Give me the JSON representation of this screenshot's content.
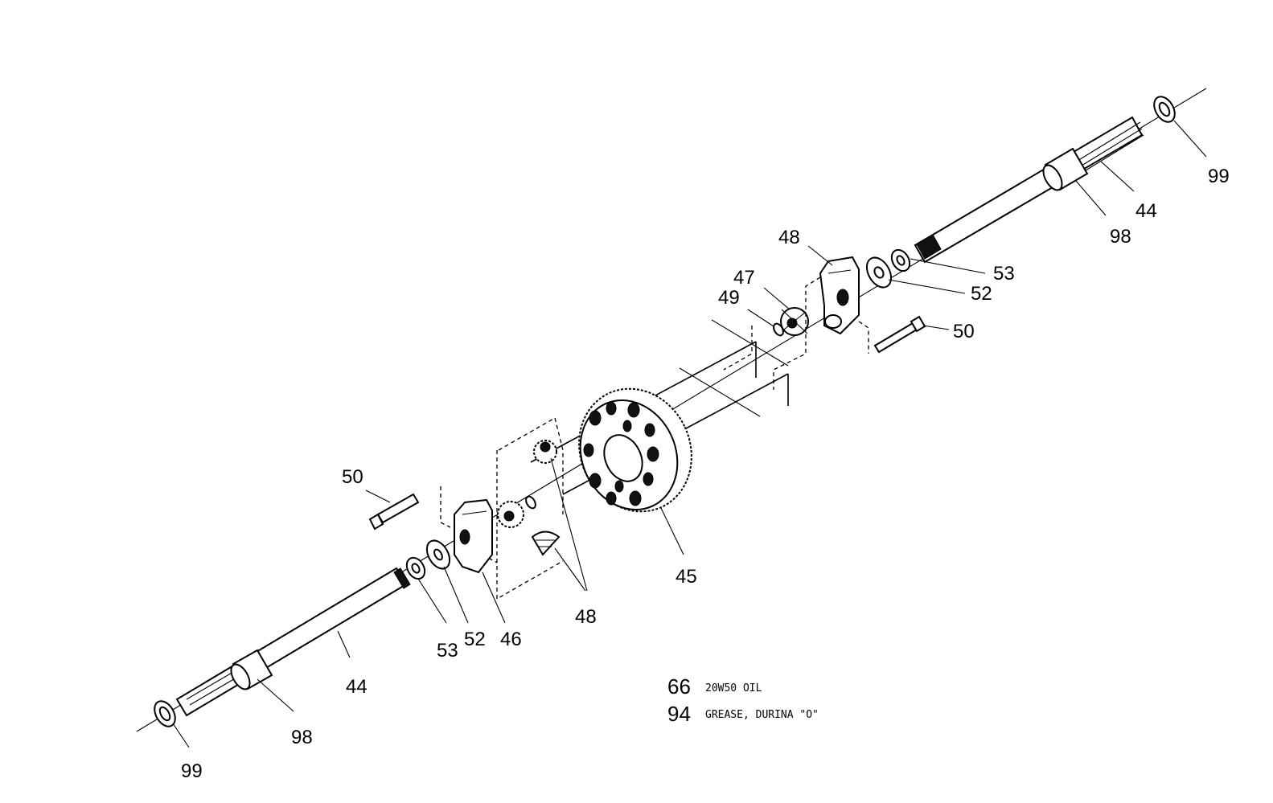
{
  "callouts": {
    "c99_right": "99",
    "c44_right": "44",
    "c98_right": "98",
    "c53_right": "53",
    "c52_right": "52",
    "c50_right": "50",
    "c48_top": "48",
    "c47": "47",
    "c49": "49",
    "c50_left": "50",
    "c45": "45",
    "c48_bottom": "48",
    "c53_left": "53",
    "c52_left": "52",
    "c46": "46",
    "c44_left": "44",
    "c98_left": "98",
    "c99_left": "99"
  },
  "notes": [
    {
      "number": "66",
      "text": "20W50 OIL"
    },
    {
      "number": "94",
      "text": "GREASE, DURINA \"O\""
    }
  ]
}
